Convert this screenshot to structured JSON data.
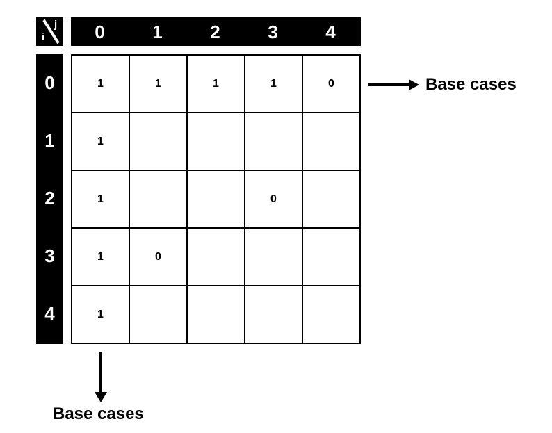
{
  "table": {
    "row_label": "i",
    "col_label": "j",
    "col_headers": [
      "0",
      "1",
      "2",
      "3",
      "4"
    ],
    "row_headers": [
      "0",
      "1",
      "2",
      "3",
      "4"
    ],
    "cells": [
      [
        "1",
        "1",
        "1",
        "1",
        "0"
      ],
      [
        "1",
        "",
        "",
        "",
        ""
      ],
      [
        "1",
        "",
        "",
        "0",
        ""
      ],
      [
        "1",
        "0",
        "",
        "",
        ""
      ],
      [
        "1",
        "",
        "",
        "",
        ""
      ]
    ]
  },
  "annotations": {
    "right_label": "Base cases",
    "bottom_label": "Base cases"
  }
}
